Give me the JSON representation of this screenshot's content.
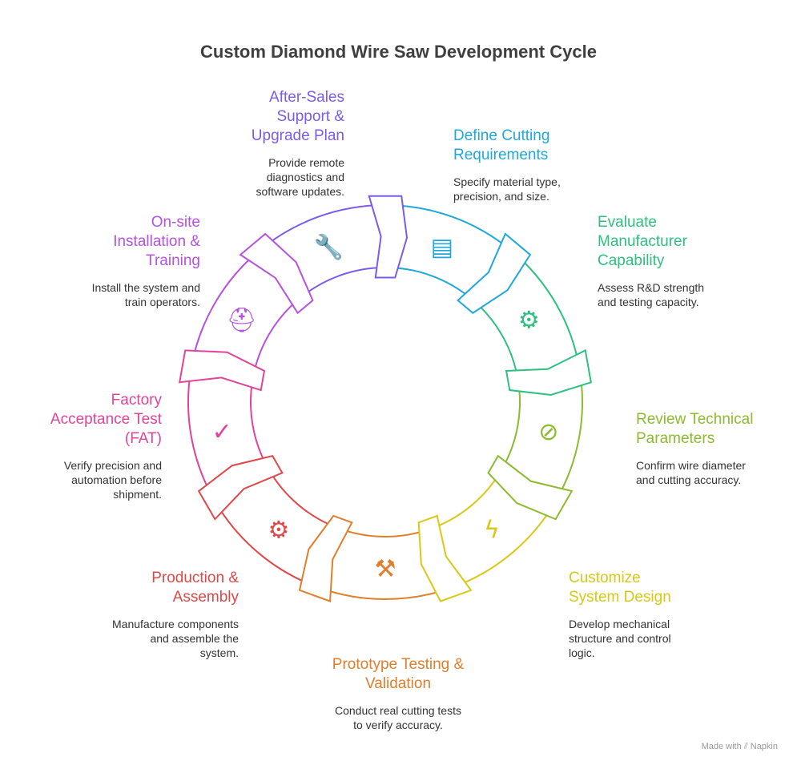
{
  "title": "Custom Diamond Wire Saw Development Cycle",
  "steps": [
    {
      "title": "Define Cutting Requirements",
      "desc": "Specify material type, precision, and size.",
      "color": "#1FA8DC",
      "icon": "blueprint-icon",
      "glyph": "▤"
    },
    {
      "title": "Evaluate Manufacturer Capability",
      "desc": "Assess R&D strength and testing capacity.",
      "color": "#2EC07F",
      "icon": "inspection-gear-icon",
      "glyph": "⚙"
    },
    {
      "title": "Review Technical Parameters",
      "desc": "Confirm wire diameter and cutting accuracy.",
      "color": "#8CBB2E",
      "icon": "level-gauge-icon",
      "glyph": "⊘"
    },
    {
      "title": "Customize System Design",
      "desc": "Develop mechanical structure and control logic.",
      "color": "#D9C814",
      "icon": "lightning-icon",
      "glyph": "ϟ"
    },
    {
      "title": "Prototype Testing & Validation",
      "desc": "Conduct real cutting tests to verify accuracy.",
      "color": "#E07E2B",
      "icon": "saw-icon",
      "glyph": "⚒"
    },
    {
      "title": "Production & Assembly",
      "desc": "Manufacture components and assemble the system.",
      "color": "#E04848",
      "icon": "robot-arm-icon",
      "glyph": "⚙"
    },
    {
      "title": "Factory Acceptance Test (FAT)",
      "desc": "Verify precision and automation before shipment.",
      "color": "#E0449A",
      "icon": "clipboard-check-icon",
      "glyph": "✓"
    },
    {
      "title": "On-site Installation & Training",
      "desc": "Install the system and train operators.",
      "color": "#B552E0",
      "icon": "worker-wrench-icon",
      "glyph": "⛑"
    },
    {
      "title": "After-Sales Support & Upgrade Plan",
      "desc": "Provide remote diagnostics and software updates.",
      "color": "#7B5BE8",
      "icon": "wrench-gear-icon",
      "glyph": "🔧"
    }
  ],
  "footer": "Made with ⫽ Napkin"
}
